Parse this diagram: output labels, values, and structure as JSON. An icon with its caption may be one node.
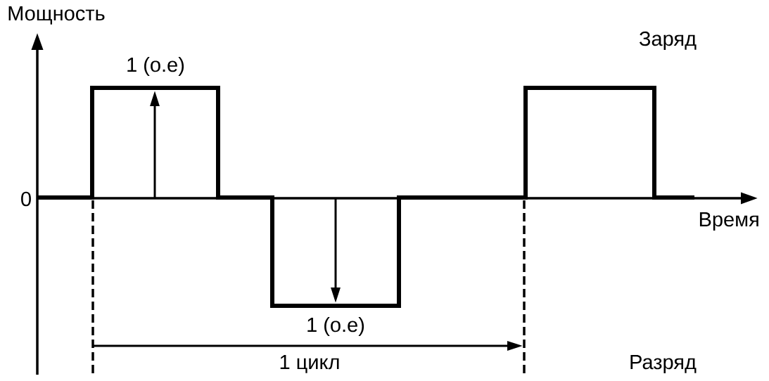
{
  "diagram": {
    "labels": [
      "Мощность",
      "Заряд",
      "1 (о.е)",
      "0",
      "Время",
      "1 (о.е)",
      "1 цикл",
      "Разряд"
    ]
  }
}
